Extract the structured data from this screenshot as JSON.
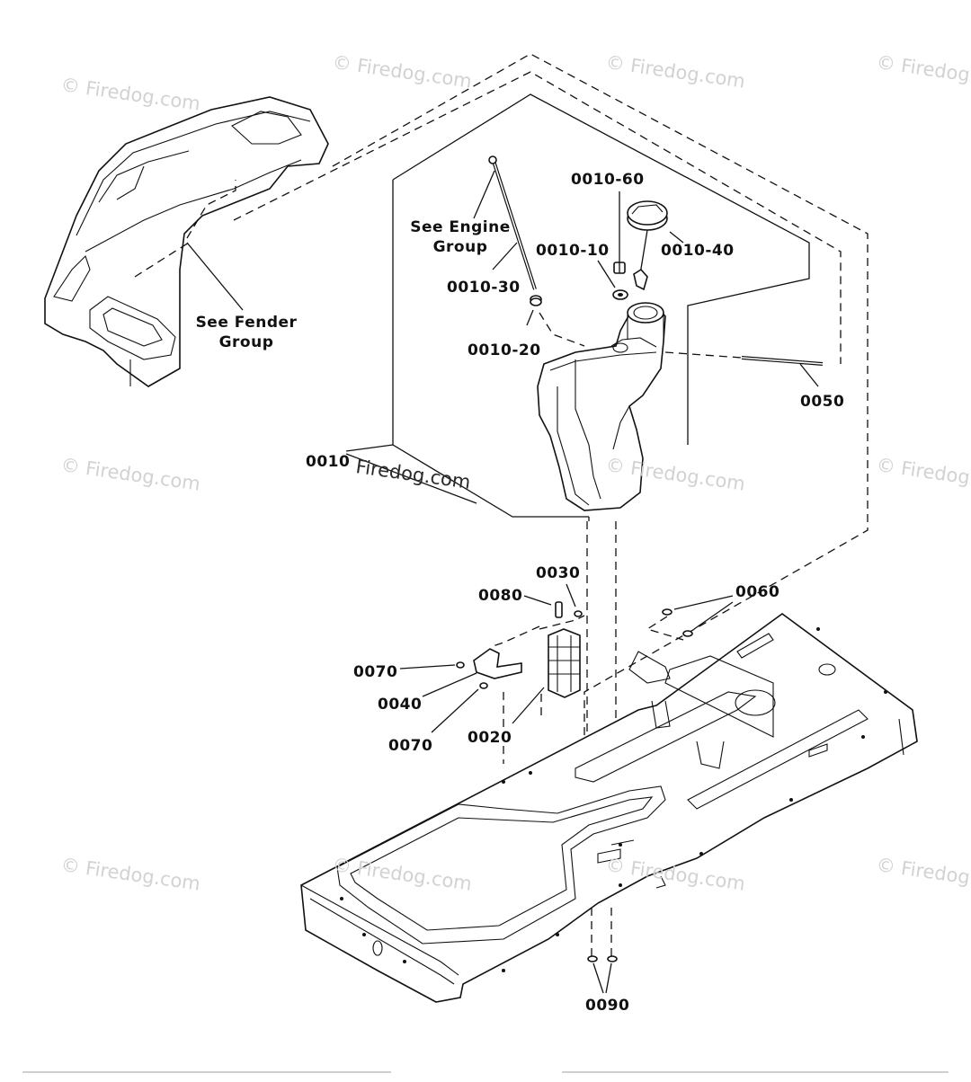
{
  "watermarks": {
    "text": "© Firedog.com",
    "text_dark": "Firedog.com"
  },
  "callouts": {
    "see_fender_group": [
      "See Fender",
      "Group"
    ],
    "see_engine_group": [
      "See Engine",
      "Group"
    ],
    "p0010": "0010",
    "p0010_10": "0010-10",
    "p0010_20": "0010-20",
    "p0010_30": "0010-30",
    "p0010_40": "0010-40",
    "p0010_60": "0010-60",
    "p0020": "0020",
    "p0030": "0030",
    "p0040": "0040",
    "p0050": "0050",
    "p0060": "0060",
    "p0070_a": "0070",
    "p0070_b": "0070",
    "p0080": "0080",
    "p0090": "0090"
  }
}
